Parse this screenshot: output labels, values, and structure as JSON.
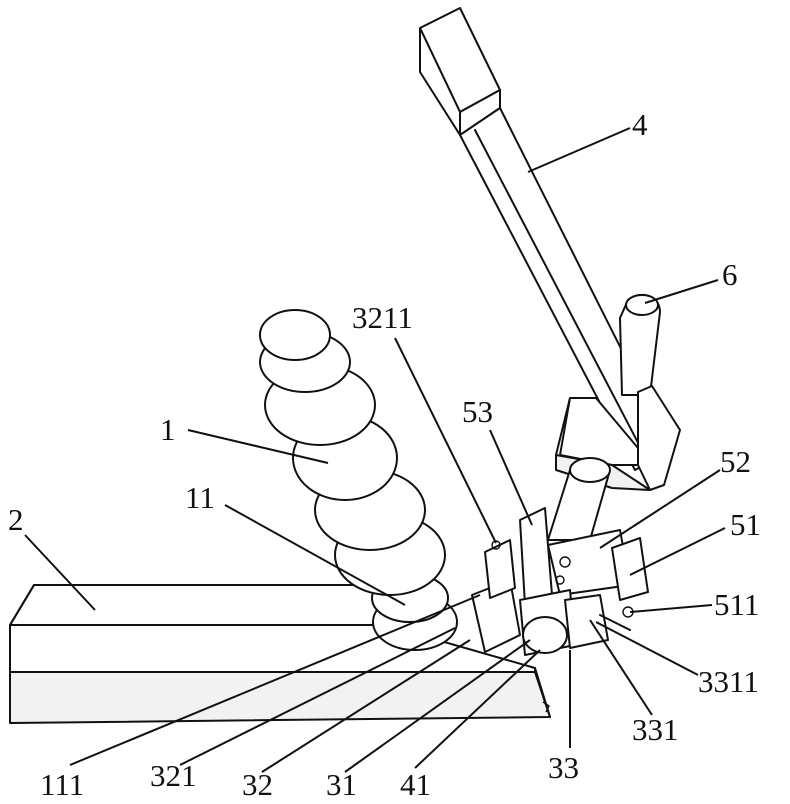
{
  "labels": {
    "l4": "4",
    "l6": "6",
    "l3211": "3211",
    "l53": "53",
    "l1": "1",
    "l52": "52",
    "l11": "11",
    "l2": "2",
    "l51": "51",
    "l511": "511",
    "l3311": "3311",
    "l331": "331",
    "l111": "111",
    "l321": "321",
    "l32": "32",
    "l31": "31",
    "l41": "41",
    "l33": "33"
  }
}
